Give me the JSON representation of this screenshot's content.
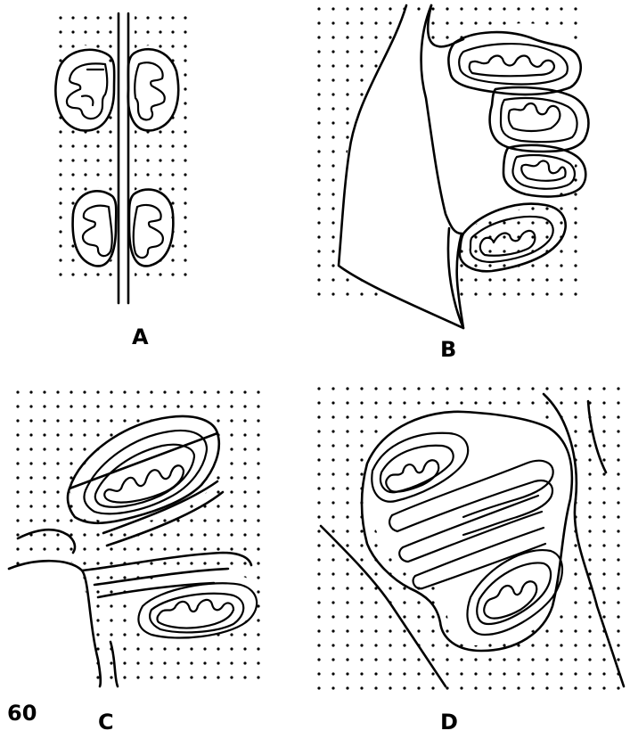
{
  "figure_number": "60",
  "panels": [
    {
      "id": "A",
      "label": "A"
    },
    {
      "id": "B",
      "label": "B"
    },
    {
      "id": "C",
      "label": "C"
    },
    {
      "id": "D",
      "label": "D"
    }
  ],
  "colors": {
    "ink": "#000000",
    "background": "#ffffff"
  }
}
